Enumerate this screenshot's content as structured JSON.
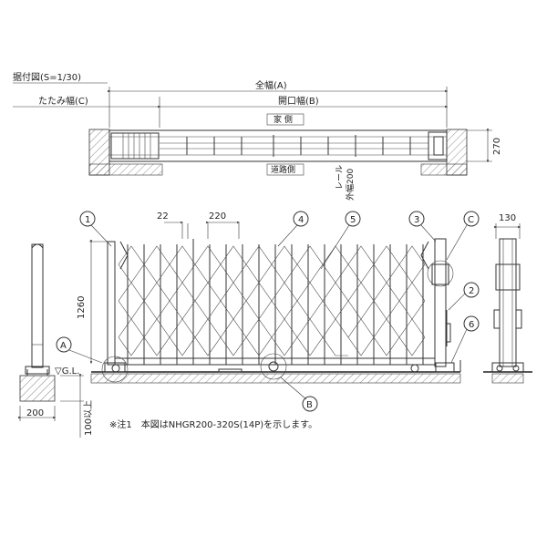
{
  "plan_title": "据付図(S=1/30)",
  "overall_width": "全幅(A)",
  "opening_width": "開口幅(B)",
  "folded_width": "たたみ幅(C)",
  "house_side": "家 側",
  "road_side": "道路側",
  "rail_label": "レール",
  "rail_width": "外幅200",
  "depth_270": "270",
  "dim_22": "22",
  "dim_220": "220",
  "dim_130": "130",
  "height_1260": "1260",
  "gl_label": "▽G.L.",
  "dim_200": "200",
  "dim_100": "100以上",
  "callout_1": "1",
  "callout_2": "2",
  "callout_3": "3",
  "callout_4": "4",
  "callout_5": "5",
  "callout_6": "6",
  "callout_A": "A",
  "callout_B": "B",
  "callout_C": "C",
  "note": "※注1　本図はNHGR200-320S(14P)を示します。"
}
